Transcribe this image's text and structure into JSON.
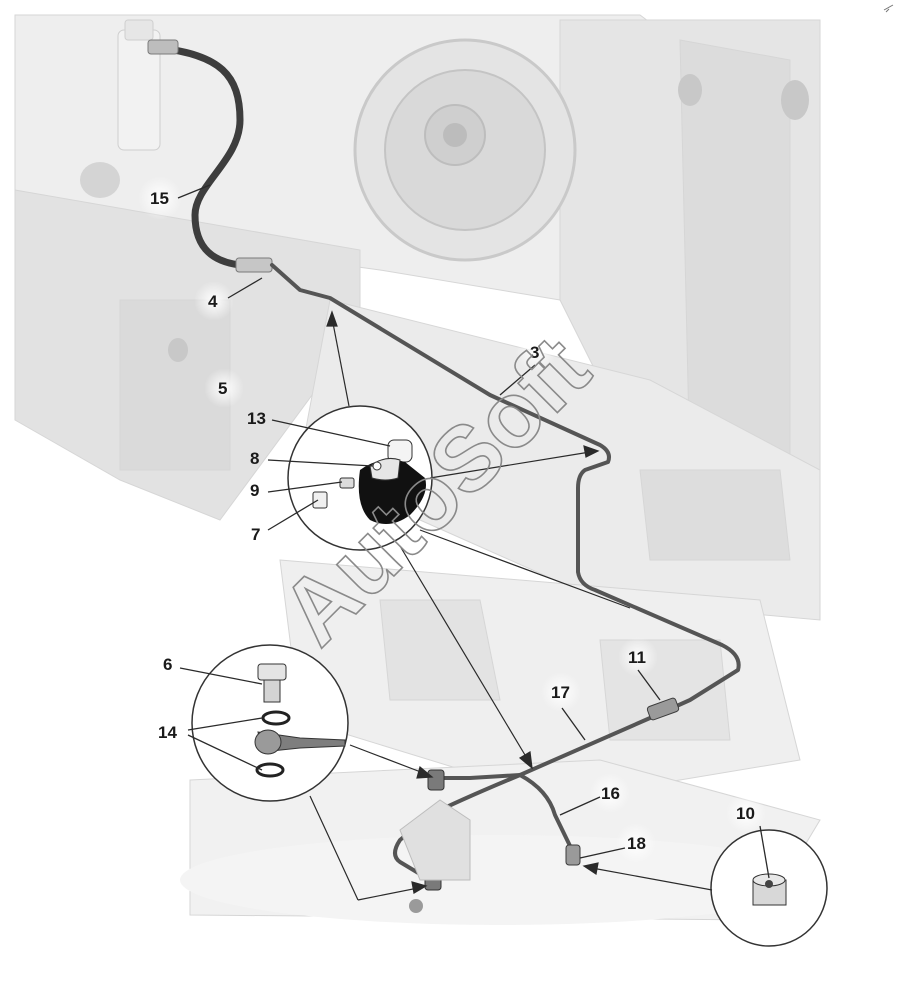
{
  "watermark": "AutoSoft",
  "callouts": {
    "c3": "3",
    "c4": "4",
    "c5": "5",
    "c6": "6",
    "c7": "7",
    "c8": "8",
    "c9": "9",
    "c10": "10",
    "c11": "11",
    "c13": "13",
    "c14": "14",
    "c15": "15",
    "c16": "16",
    "c17": "17",
    "c18": "18"
  },
  "colors": {
    "background": "#ffffff",
    "hose": "#3d3d3d",
    "pipe": "#555555",
    "engine_shade": "#e6e6e6"
  }
}
